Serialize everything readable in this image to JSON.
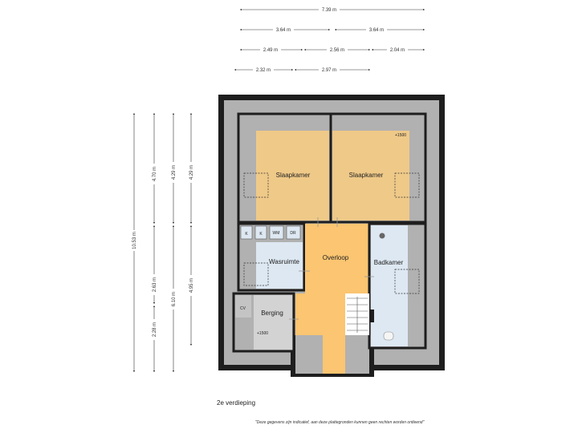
{
  "dimensions": {
    "top": [
      "7.39 m",
      "3.64 m",
      "3.64 m",
      "2.49 m",
      "2.56 m",
      "2.04 m",
      "2.32 m",
      "2.97 m"
    ],
    "left": [
      "10.53 m",
      "4.70 m",
      "2.63 m",
      "2.28 m",
      "4.29 m",
      "6.10 m",
      "4.29 m",
      "4.95 m"
    ]
  },
  "rooms": {
    "slaapkamer_1": "Slaapkamer",
    "slaapkamer_2": "Slaapkamer",
    "wasruimte": "Wasruimte",
    "overloop": "Overloop",
    "badkamer": "Badkamer",
    "berging": "Berging"
  },
  "appliances": {
    "k1": "K",
    "k2": "K",
    "wm": "WM",
    "dr": "DR",
    "cv": "CV"
  },
  "heights": {
    "slaapkamer": "+1500",
    "berging": "+1500"
  },
  "floor_label": "2e verdieping",
  "disclaimer": "\"Deze gegevens zijn indicatief, aan deze plattegronden kunnen geen rechten worden ontleend\"",
  "colors": {
    "bedroom": "#efc988",
    "overloop": "#fbc571",
    "wasruimte": "#dde8f2",
    "badkamer": "#dde8f2",
    "berging": "#d3d3d3",
    "roof": "#b1b1b1",
    "wall": "#1e1e1e"
  }
}
